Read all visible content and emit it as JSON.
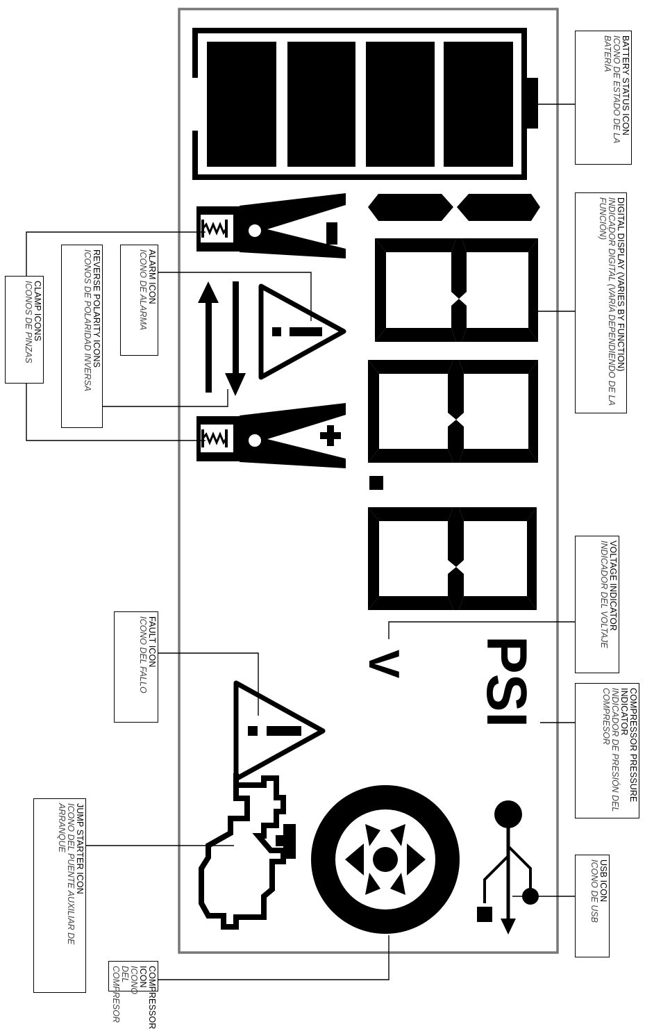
{
  "display": {
    "digits": "88.8",
    "voltage_unit": "V",
    "pressure_unit": "PSI",
    "clamp_negative_sign": "-",
    "clamp_positive_sign": "+"
  },
  "callouts": {
    "battery": {
      "en": "BATTERY STATUS ICON",
      "es": "ICONO DE ESTADO DE LA BATERÍA"
    },
    "digital": {
      "en": "DIGITAL DISPLAY (VARIES BY FUNCTION)",
      "es": "INDICADOR DIGITAL (VARÍA DEPENDIENDO DE LA FUNCIÓN)"
    },
    "voltage": {
      "en": "VOLTAGE INDICATOR",
      "es": "INDICADOR DEL VOLTAJE"
    },
    "pressure": {
      "en": "COMPRESSOR PRESSURE INDICATOR",
      "es": "INDICADOR DE PRESIÓN DEL COMPRESOR"
    },
    "usb": {
      "en": "USB ICON",
      "es": "ICONO DE USB"
    },
    "compressor": {
      "en": "COMPRESSOR ICON",
      "es": "ICONO DEL COMPRESOR"
    },
    "jump": {
      "en": "JUMP STARTER ICON",
      "es": "ICONO DEL PUENTE AUXILIAR DE ARRANQUE"
    },
    "fault": {
      "en": "FAULT ICON",
      "es": "ICONO DEL FALLO"
    },
    "alarm": {
      "en": "ALARM ICON",
      "es": "ICONO DE ALARMA"
    },
    "reverse": {
      "en": "REVERSE POLARITY ICONS",
      "es": "ICONOS DE POLARIDAD INVERSA"
    },
    "clamp": {
      "en": "CLAMP ICONS",
      "es": "ICONOS DE PINZAS"
    }
  }
}
